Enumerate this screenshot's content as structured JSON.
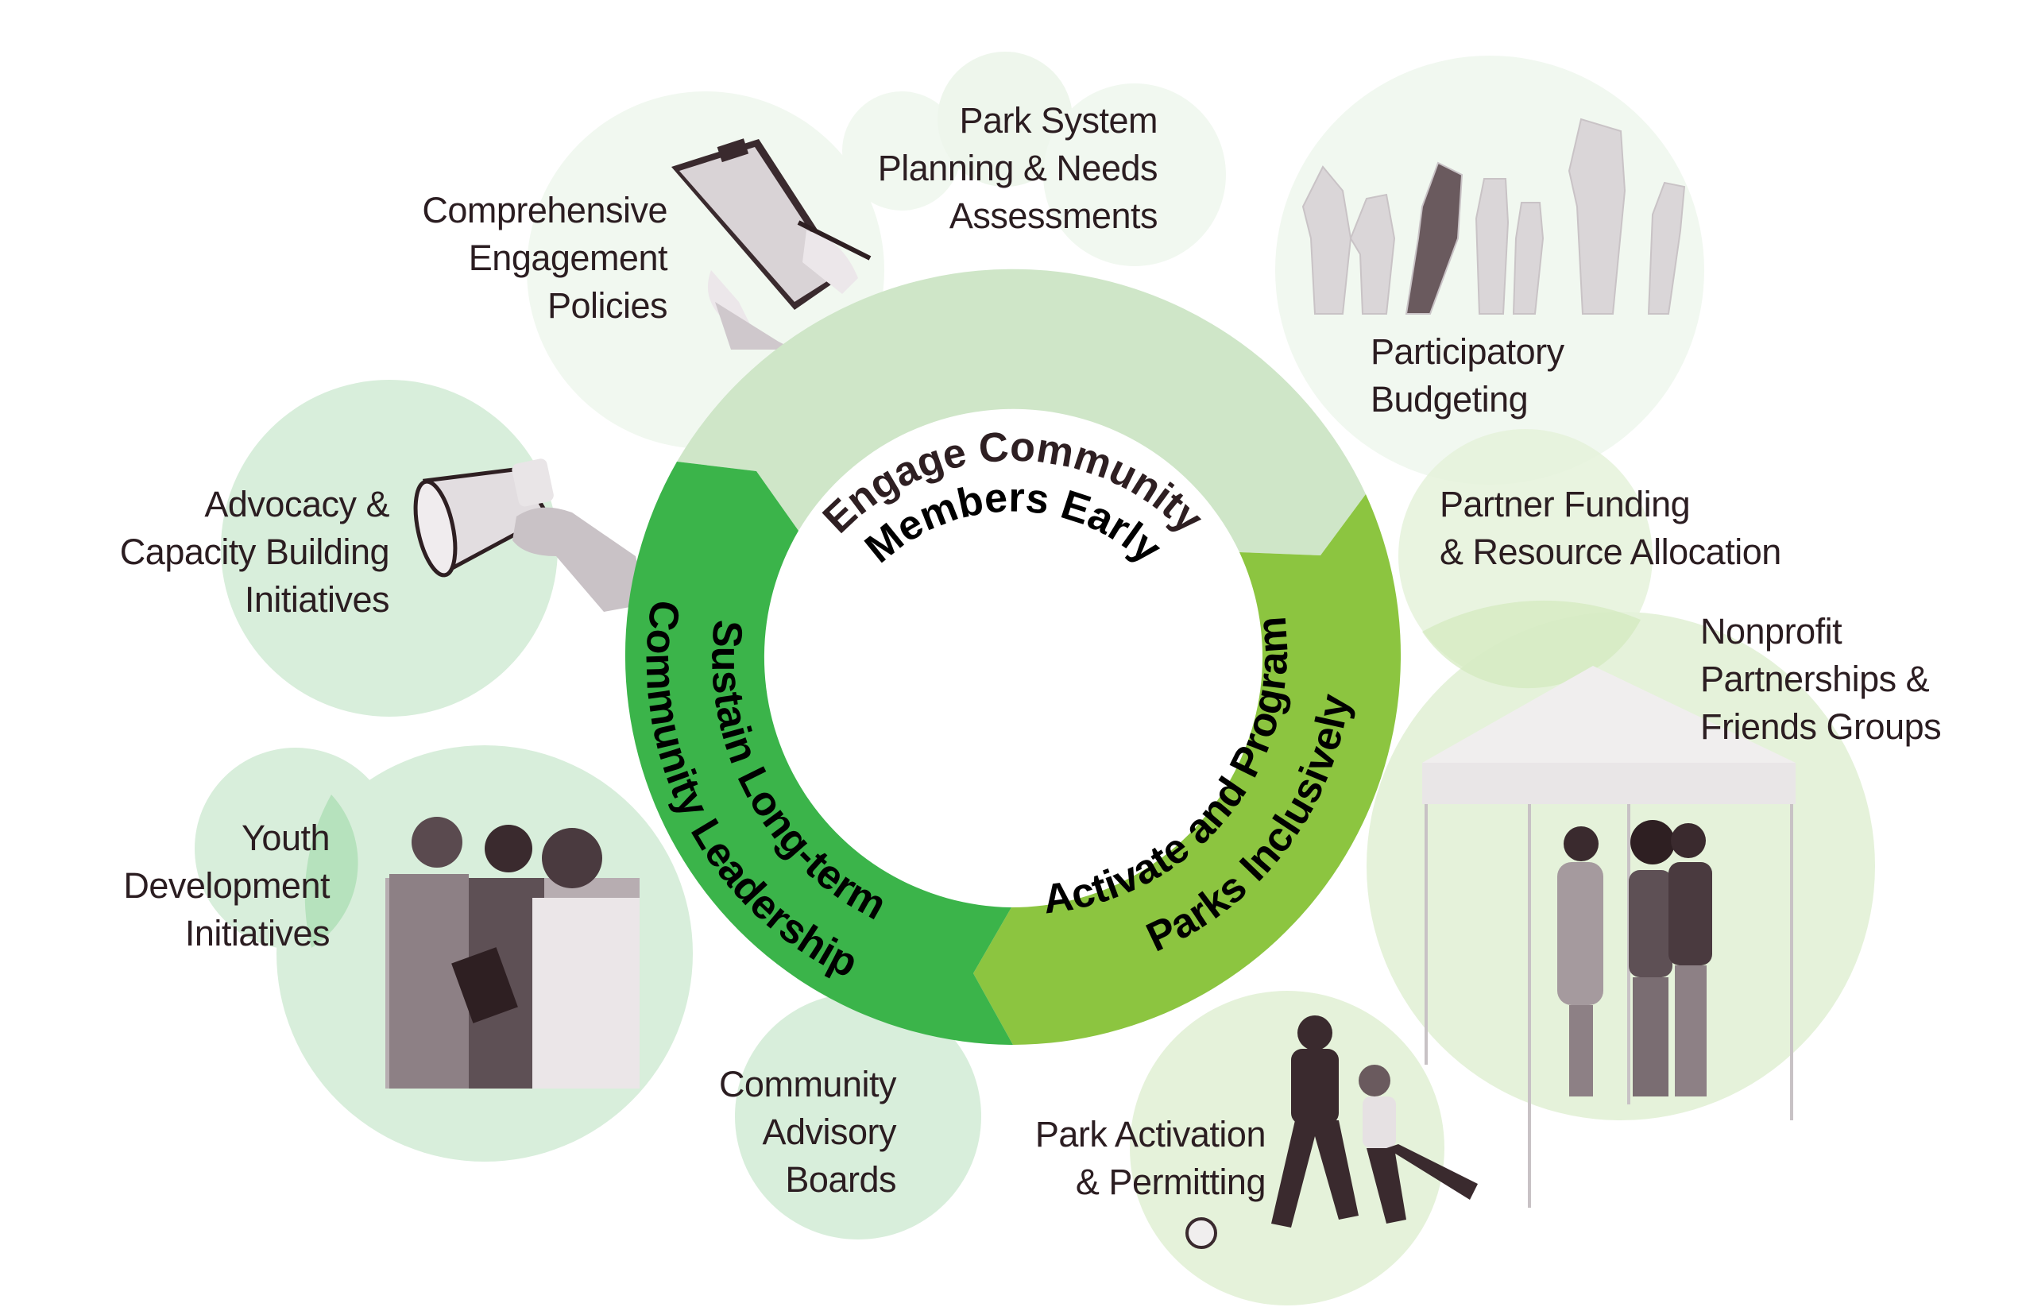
{
  "diagram": {
    "title": "Community engagement cycle",
    "colors": {
      "ring_engage": "#cfe6c8",
      "ring_activate": "#8cc540",
      "ring_sustain": "#3bb44a",
      "circle_pale": "#f1f8f0",
      "circle_mint": "#d8eedb",
      "circle_mint_overlap": "#b6e2bd",
      "circle_lime": "#e5f2da",
      "circle_lime_overlap": "#d3e9bd",
      "label_text": "#2b1d21",
      "ring_text_dark": "#2e1f22",
      "ring_text_black": "#000000"
    },
    "cycle_stages": [
      {
        "id": "engage",
        "line1": "Engage Community",
        "line2": "Members Early"
      },
      {
        "id": "activate",
        "line1": "Activate and Program",
        "line2": "Parks Inclusively"
      },
      {
        "id": "sustain",
        "line1": "Sustain Long-term",
        "line2": "Community Leadership"
      }
    ],
    "strategies": [
      {
        "id": "comprehensive",
        "lines": [
          "Comprehensive",
          "Engagement",
          "Policies"
        ],
        "icon": "clipboard-photo"
      },
      {
        "id": "park-system",
        "lines": [
          "Park System",
          "Planning & Needs",
          "Assessments"
        ],
        "icon": ""
      },
      {
        "id": "participatory",
        "lines": [
          "Participatory",
          "Budgeting"
        ],
        "icon": "raised-hands-photo"
      },
      {
        "id": "partner-funding",
        "lines": [
          "Partner Funding",
          "& Resource Allocation"
        ],
        "icon": ""
      },
      {
        "id": "nonprofit",
        "lines": [
          "Nonprofit",
          "Partnerships &",
          "Friends Groups"
        ],
        "icon": "tent-people-photo"
      },
      {
        "id": "park-activation",
        "lines": [
          "Park Activation",
          "& Permitting"
        ],
        "icon": "soccer-players-photo"
      },
      {
        "id": "advisory",
        "lines": [
          "Community",
          "Advisory",
          "Boards"
        ],
        "icon": ""
      },
      {
        "id": "youth",
        "lines": [
          "Youth",
          "Development",
          "Initiatives"
        ],
        "icon": "youth-group-photo"
      },
      {
        "id": "advocacy",
        "lines": [
          "Advocacy &",
          "Capacity Building",
          "Initiatives"
        ],
        "icon": "megaphone-photo"
      }
    ]
  }
}
